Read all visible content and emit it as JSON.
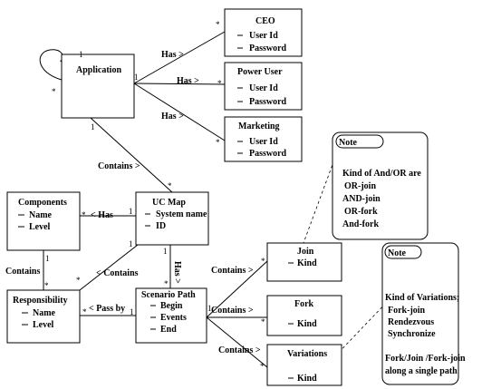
{
  "classes": {
    "application": {
      "name": "Application"
    },
    "ceo": {
      "name": "CEO",
      "attrs": [
        "User Id",
        "Password"
      ]
    },
    "power_user": {
      "name": "Power User",
      "attrs": [
        "User Id",
        "Password"
      ]
    },
    "marketing": {
      "name": "Marketing",
      "attrs": [
        "User Id",
        "Password"
      ]
    },
    "components": {
      "name": "Components",
      "attrs": [
        "Name",
        "Level"
      ]
    },
    "uc_map": {
      "name": "UC Map",
      "attrs": [
        "System name",
        "ID"
      ]
    },
    "responsibility": {
      "name": "Responsibility",
      "attrs": [
        "Name",
        "Level"
      ]
    },
    "scenario_path": {
      "name": "Scenario Path",
      "attrs": [
        "Begin",
        "Events",
        "End"
      ]
    },
    "join": {
      "name": "Join",
      "attrs": [
        "Kind"
      ]
    },
    "fork": {
      "name": "Fork",
      "attrs": [
        "Kind"
      ]
    },
    "variations": {
      "name": "Variations",
      "attrs": [
        "Kind"
      ]
    }
  },
  "associations": {
    "has_ceo": "Has >",
    "has_power": "Has >",
    "has_marketing": "Has >",
    "contains_ucmap": "Contains >",
    "has_components": "< Has",
    "contains_resp": "Contains",
    "contains_ucresp": "< Contains",
    "has_scenario": "Has >",
    "pass_by": "< Pass by",
    "contains_join": "Contains >",
    "contains_fork": "Contains >",
    "contains_variations": "Contains >"
  },
  "multiplicities": {
    "one": "1",
    "many": "*"
  },
  "notes": {
    "andor": {
      "label": "Note",
      "lines": [
        "Kind of And/OR are",
        "OR-join",
        "AND-join",
        "OR-fork",
        "And-fork"
      ]
    },
    "variations": {
      "label": "Note",
      "lines": [
        "Kind of Variations;",
        "Fork-join",
        "Rendezvous",
        "Synchronize",
        "",
        "Fork/Join /Fork-join",
        "along a single path"
      ]
    }
  }
}
